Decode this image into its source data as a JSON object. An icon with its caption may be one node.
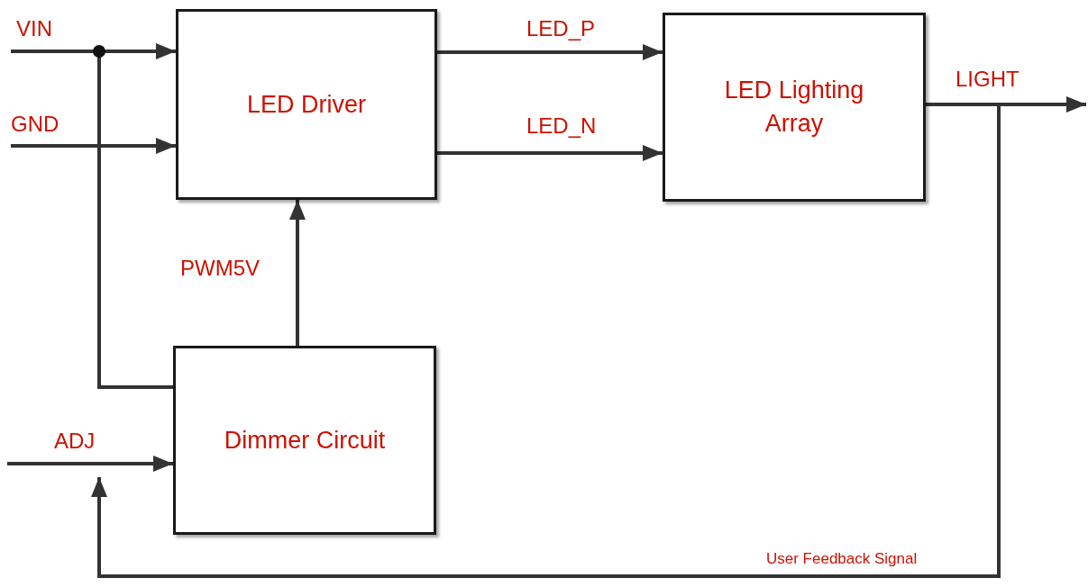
{
  "diagram": {
    "nodes": [
      {
        "text": [
          "LED Driver"
        ]
      },
      {
        "text": [
          "LED Lighting Array"
        ]
      },
      {
        "text": [
          "Dimmer Circuit"
        ]
      }
    ],
    "edges": [
      {
        "from": null,
        "to": 0,
        "arrow": "to",
        "label": "VIN"
      },
      {
        "from": null,
        "to": 2,
        "arrow": "none"
      },
      {
        "from": null,
        "to": 0,
        "arrow": "to",
        "label": "GND"
      },
      {
        "from": 0,
        "to": 1,
        "arrow": "to",
        "label": "LED_P"
      },
      {
        "from": 0,
        "to": 1,
        "arrow": "to",
        "label": "LED_N"
      },
      {
        "from": 1,
        "to": null,
        "arrow": "to",
        "label": "LIGHT"
      },
      {
        "from": 1,
        "to": null,
        "arrow": "to",
        "label": "User Feedback Signal"
      },
      {
        "from": null,
        "to": 2,
        "arrow": "to",
        "label": "ADJ"
      },
      {
        "from": 2,
        "to": 0,
        "arrow": "to",
        "label": "PWM5V"
      }
    ]
  }
}
